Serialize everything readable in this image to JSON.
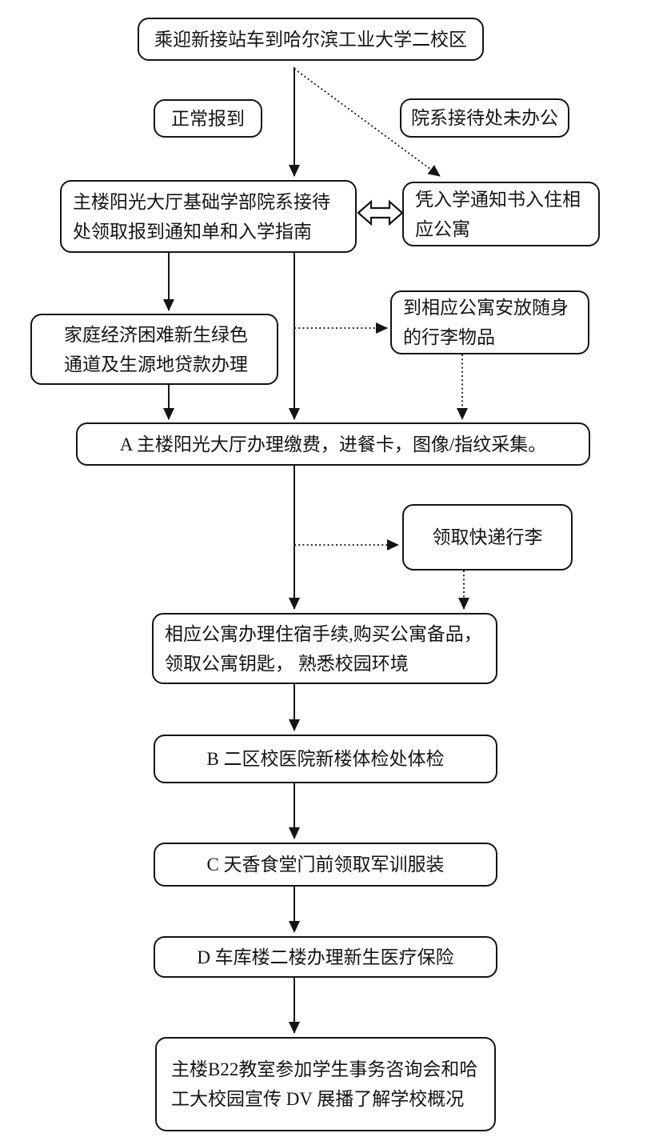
{
  "flowchart": {
    "nodes": {
      "arrive": {
        "label": "乘迎新接站车到哈尔滨工业大学二校区"
      },
      "normal_report": {
        "label": "正常报到"
      },
      "dept_not_open": {
        "label": "院系接待处未办公"
      },
      "main_hall": {
        "label": "主楼阳光大厅基础学部院系接待处领取报到通知单和入学指南"
      },
      "dorm_notice": {
        "label": "凭入学通知书入住相应公寓"
      },
      "green_channel": {
        "label": "家庭经济困难新生绿色通道及生源地贷款办理"
      },
      "store_luggage": {
        "label": "到相应公寓安放随身的行李物品"
      },
      "step_a": {
        "label": "A 主楼阳光大厅办理缴费，进餐卡，图像/指纹采集。"
      },
      "express": {
        "label": "领取快递行李"
      },
      "dorm_checkin": {
        "label": "相应公寓办理住宿手续,购买公寓备品，领取公寓钥匙， 熟悉校园环境"
      },
      "step_b": {
        "label": "B 二区校医院新楼体检处体检"
      },
      "step_c": {
        "label": "C 天香食堂门前领取军训服装"
      },
      "step_d": {
        "label": "D 车库楼二楼办理新生医疗保险"
      },
      "step_final": {
        "label": "主楼B22教室参加学生事务咨询会和哈工大校园宣传 DV 展播了解学校概况"
      }
    },
    "colors": {
      "line": "#141414",
      "box_border": "#141414",
      "background": "#ffffff",
      "text": "#141414"
    }
  }
}
